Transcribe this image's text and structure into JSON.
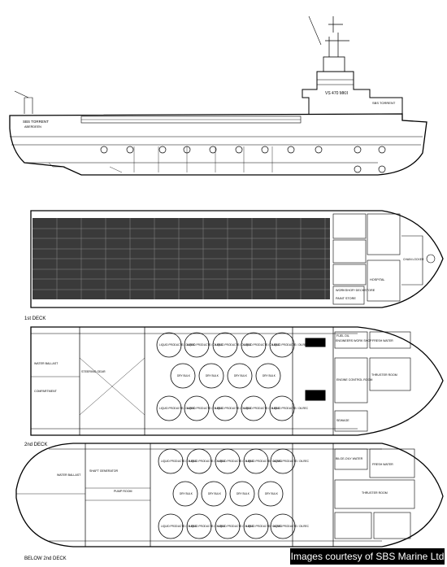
{
  "profile": {
    "ship_name_line1": "SBS TORRENT",
    "ship_name_line2": "ABERDEEN",
    "bridge_label": "VS 470 MKII",
    "deck_tag": "SBS TORRENT"
  },
  "deck1": {
    "caption": "1st DECK",
    "rooms": [
      "WORKSHOP/ DECKSTORE",
      "PAINT STORE",
      "HOSPITAL",
      "CHAIN LOCKER"
    ]
  },
  "deck2": {
    "caption": "2nd DECK",
    "rooms": [
      "ENGINEERS WORK SHOP",
      "ENGINE CONTROL ROOM",
      "STEERING GEAR",
      "COMPARTMENT",
      "FRESH WATER",
      "THRUSTER ROOM",
      "FUEL OIL",
      "SEWAGE",
      "WATER BALLAST"
    ],
    "tank_top": [
      "LIQUID PRODUCTS / OILREC",
      "LIQUID PRODUCTS / OILREC",
      "LIQUID PRODUCTS / OILREC",
      "LIQUID PRODUCTS / OILREC",
      "LIQUID PRODUCTS / OILREC"
    ],
    "tank_mid": [
      "DRY BULK",
      "DRY BULK",
      "DRY BULK",
      "DRY BULK"
    ],
    "tank_bot": [
      "LIQUID PRODUCTS / OILREC",
      "LIQUID PRODUCTS / OILREC",
      "LIQUID PRODUCTS / OILREC",
      "LIQUID PRODUCTS / OILREC",
      "LIQUID PRODUCTS / OILREC"
    ]
  },
  "deck3": {
    "caption": "BELOW 2nd DECK",
    "rooms": [
      "SHAFT GENERATOR",
      "PUMP ROOM",
      "FRESH WATER",
      "THRUSTER ROOM",
      "WATER BALLAST",
      "BILGE-OILY WATER"
    ],
    "tank_top": [
      "LIQUID PRODUCTS / OILREC",
      "LIQUID PRODUCTS / OILREC",
      "LIQUID PRODUCTS / OILREC",
      "LIQUID PRODUCTS / OILREC",
      "LIQUID PRODUCTS / OILREC"
    ],
    "tank_mid": [
      "DRY BULK",
      "DRY BULK",
      "DRY BULK",
      "DRY BULK"
    ],
    "tank_bot": [
      "LIQUID PRODUCTS / OILREC",
      "LIQUID PRODUCTS / OILREC",
      "LIQUID PRODUCTS / OILREC",
      "LIQUID PRODUCTS / OILREC",
      "LIQUID PRODUCTS / OILREC"
    ]
  },
  "credit": "Images courtesy of SBS Marine Ltd"
}
